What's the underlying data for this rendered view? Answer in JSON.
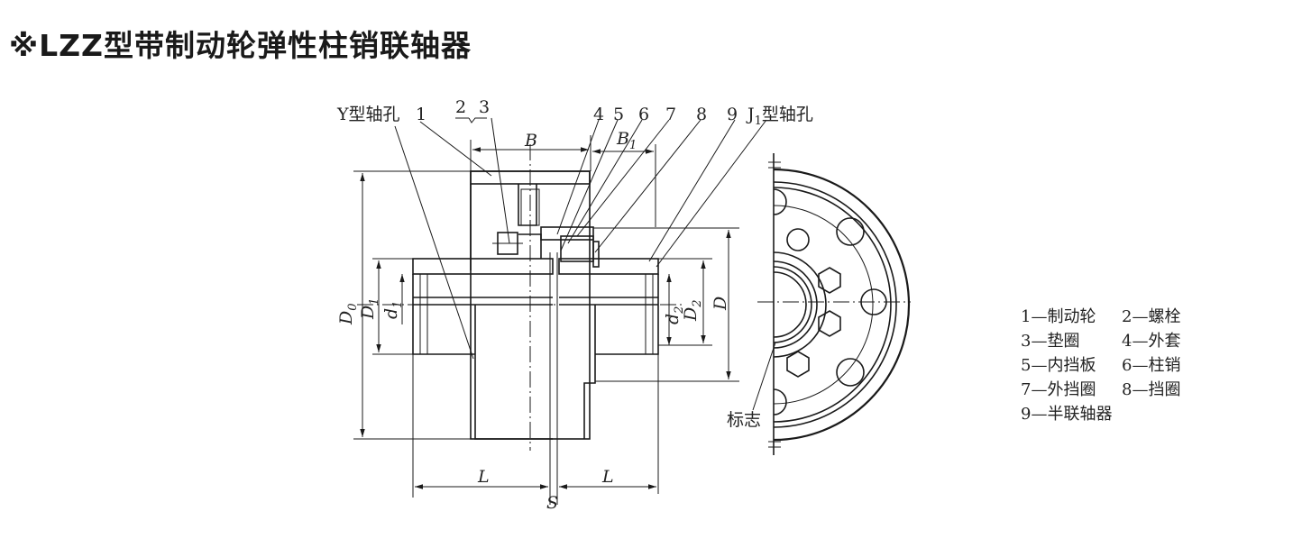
{
  "title": "※LZZ型带制动轮弹性柱销联轴器",
  "callouts": {
    "y_bore": "Y型轴孔",
    "j1_bore_prefix": "J",
    "j1_bore_sub": "1",
    "j1_bore_suffix": "型轴孔",
    "numbers": [
      "1",
      "2",
      "3",
      "4",
      "5",
      "6",
      "7",
      "8",
      "9"
    ],
    "mark": "标志"
  },
  "dimensions": {
    "B": "B",
    "B1": "B",
    "B1_sub": "1",
    "D0": "D",
    "D0_sub": "0",
    "D1": "D",
    "D1_sub": "1",
    "d1": "d",
    "d1_sub": "1",
    "d2": "d",
    "d2_sub": "2",
    "D2": "D",
    "D2_sub": "2",
    "D": "D",
    "L_left": "L",
    "L_right": "L",
    "S": "S"
  },
  "legend": [
    [
      "1—制动轮",
      "2—螺栓"
    ],
    [
      "3—垫圈",
      "4—外套"
    ],
    [
      "5—内挡板",
      "6—柱销"
    ],
    [
      "7—外挡圈",
      "8—挡圈"
    ],
    [
      "9—半联轴器",
      ""
    ]
  ]
}
